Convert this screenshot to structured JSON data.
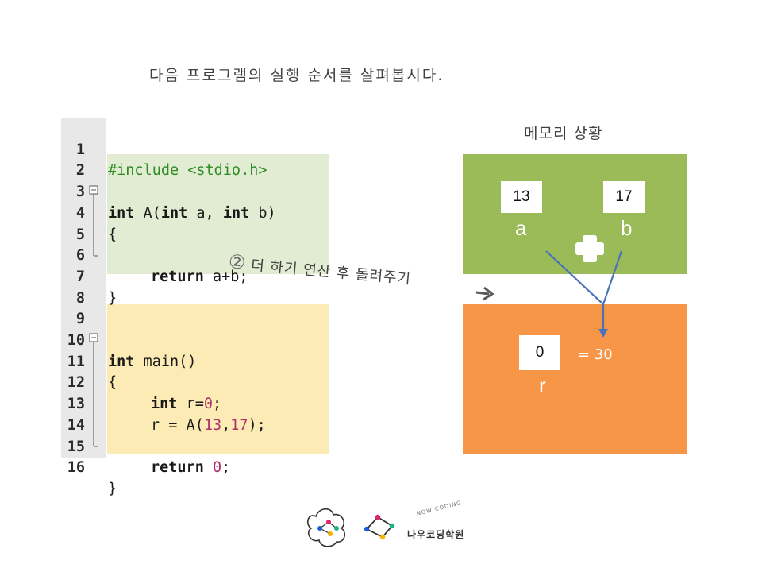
{
  "title": "다음 프로그램의 실행 순서를 살펴봅시다.",
  "code_lines": [
    {
      "n": "1"
    },
    {
      "n": "2"
    },
    {
      "n": "3"
    },
    {
      "n": "4"
    },
    {
      "n": "5"
    },
    {
      "n": "6"
    },
    {
      "n": "7"
    },
    {
      "n": "8"
    },
    {
      "n": "9"
    },
    {
      "n": "10"
    },
    {
      "n": "11"
    },
    {
      "n": "12"
    },
    {
      "n": "13"
    },
    {
      "n": "14"
    },
    {
      "n": "15"
    },
    {
      "n": "16"
    }
  ],
  "code": {
    "l1": "#include <stdio.h>",
    "l3_kw1": "int",
    "l3_mid": " A(",
    "l3_kw2": "int",
    "l3_mid2": " a, ",
    "l3_kw3": "int",
    "l3_end": " b)",
    "l4": "{",
    "l6_kw": "return",
    "l6_rest": " a+b;",
    "l7": "}",
    "l10_kw": "int",
    "l10_rest": " main()",
    "l11": "{",
    "l12_kw": "int",
    "l12_rest": " r=",
    "l12_num": "0",
    "l12_end": ";",
    "l13_a": "r = A(",
    "l13_n1": "13",
    "l13_c": ",",
    "l13_n2": "17",
    "l13_end": ");",
    "l15_kw": "return",
    "l15_num": "0",
    "l15_end": ";",
    "l16": "}"
  },
  "step_note": {
    "marker": "②",
    "text": "더 하기 연산 후 돌려주기"
  },
  "memory": {
    "title": "메모리 상황",
    "a_value": "13",
    "a_label": "a",
    "b_value": "17",
    "b_label": "b",
    "r_value": "0",
    "r_label": "r",
    "result": "= 30"
  },
  "logo": {
    "arc_text": "NOW CODING",
    "name": "나우코딩학원"
  },
  "colors": {
    "memory_green": "#9bbb59",
    "memory_orange": "#f79646",
    "code_band_a": "#e2ecd2",
    "code_band_main": "#fdebb5",
    "arrow_blue": "#4a72b8",
    "number_literal": "#b0306a"
  }
}
